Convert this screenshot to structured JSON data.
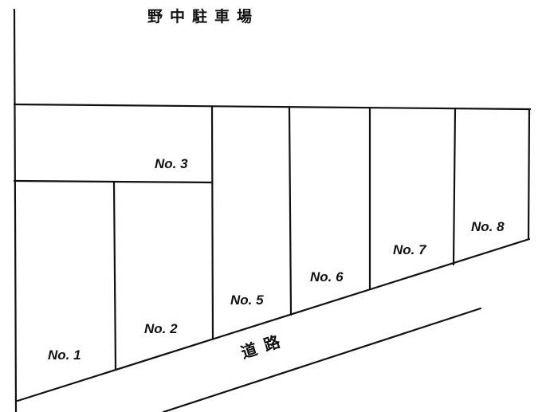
{
  "title": "野中駐車場",
  "road": {
    "label": "道路"
  },
  "lots": [
    {
      "id": "lot-1",
      "label": "No. 1"
    },
    {
      "id": "lot-2",
      "label": "No. 2"
    },
    {
      "id": "lot-3",
      "label": "No. 3"
    },
    {
      "id": "lot-5",
      "label": "No. 5"
    },
    {
      "id": "lot-6",
      "label": "No. 6"
    },
    {
      "id": "lot-7",
      "label": "No. 7"
    },
    {
      "id": "lot-8",
      "label": "No. 8"
    }
  ],
  "colors": {
    "line": "#111111",
    "background": "#ffffff"
  }
}
